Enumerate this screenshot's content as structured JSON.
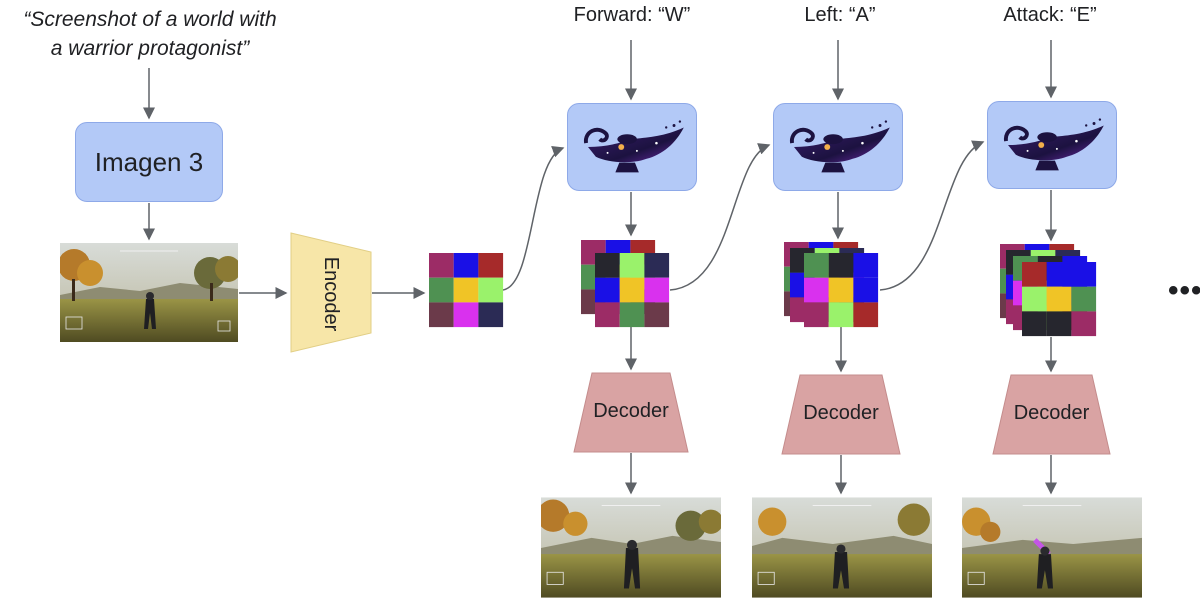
{
  "prompt": {
    "line1": "“Screenshot of a world with",
    "line2": "a warrior protagonist”"
  },
  "imagen_label": "Imagen 3",
  "encoder_label": "Encoder",
  "decoder_label": "Decoder",
  "actions": [
    {
      "label": "Forward: “W”"
    },
    {
      "label": "Left: “A”"
    },
    {
      "label": "Attack: “E”"
    }
  ],
  "ellipsis": "•••",
  "colors": {
    "model_fill": "#b3c9f7",
    "encoder_fill": "#f7e6a8",
    "decoder_fill": "#d9a3a3",
    "arrow": "#5f6368"
  },
  "latent_palette": [
    "#9c2c66",
    "#1a10e6",
    "#a62a2a",
    "#4f9152",
    "#f0c426",
    "#9af26b",
    "#6b3a4a",
    "#d931ee",
    "#2b2b55",
    "#26262e"
  ],
  "grids": {
    "encoded": [
      [
        0,
        1,
        2
      ],
      [
        3,
        4,
        5
      ],
      [
        6,
        7,
        8
      ]
    ],
    "step1": [
      [
        9,
        5,
        8
      ],
      [
        1,
        4,
        7
      ],
      [
        0,
        3,
        6
      ]
    ],
    "step2": [
      [
        3,
        9,
        1
      ],
      [
        7,
        4,
        1
      ],
      [
        0,
        5,
        2
      ]
    ],
    "step3": [
      [
        2,
        1,
        1
      ],
      [
        5,
        4,
        3
      ],
      [
        9,
        9,
        0
      ]
    ]
  },
  "icons": {
    "model": "magic-lamp-icon"
  }
}
